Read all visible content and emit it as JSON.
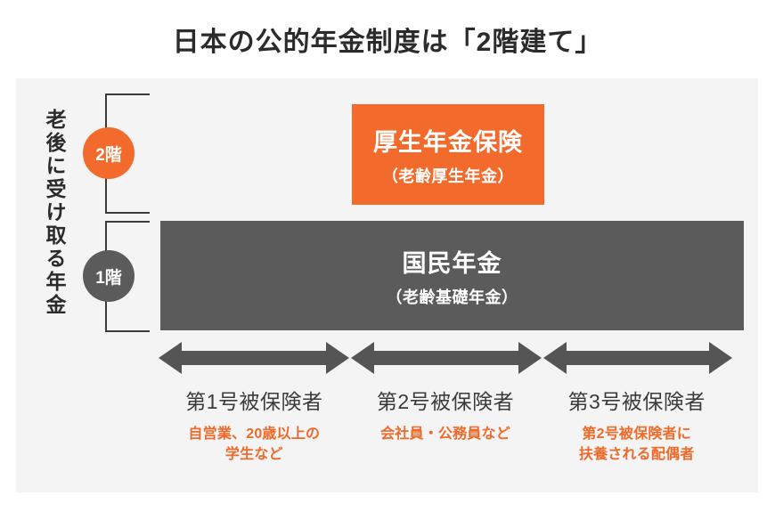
{
  "title": "日本の公的年金制度は「2階建て」",
  "side_label": "老後に受け取る年金",
  "floors": [
    {
      "badge": "2階",
      "color": "#f26b2c"
    },
    {
      "badge": "1階",
      "color": "#5b5b5b"
    }
  ],
  "tiers": [
    {
      "name": "厚生年金保険",
      "sub": "（老齢厚生年金）",
      "color": "#f26b2c"
    },
    {
      "name": "国民年金",
      "sub": "（老齢基礎年金）",
      "color": "#5b5b5b"
    }
  ],
  "categories": [
    {
      "title": "第1号被保険者",
      "desc_line1": "自営業、20歳以上の",
      "desc_line2": "学生など"
    },
    {
      "title": "第2号被保険者",
      "desc_line1": "会社員・公務員など",
      "desc_line2": ""
    },
    {
      "title": "第3号被保険者",
      "desc_line1": "第2号被保険者に",
      "desc_line2": "扶養される配偶者"
    }
  ],
  "colors": {
    "accent_orange": "#f26b2c",
    "dark_gray": "#5b5b5b",
    "panel_bg": "#f4f4f4",
    "text_dark": "#2b2b2b",
    "arrow_gray": "#555555"
  },
  "arrows": {
    "count": 3,
    "icon": "double-headed-arrow-icon"
  }
}
